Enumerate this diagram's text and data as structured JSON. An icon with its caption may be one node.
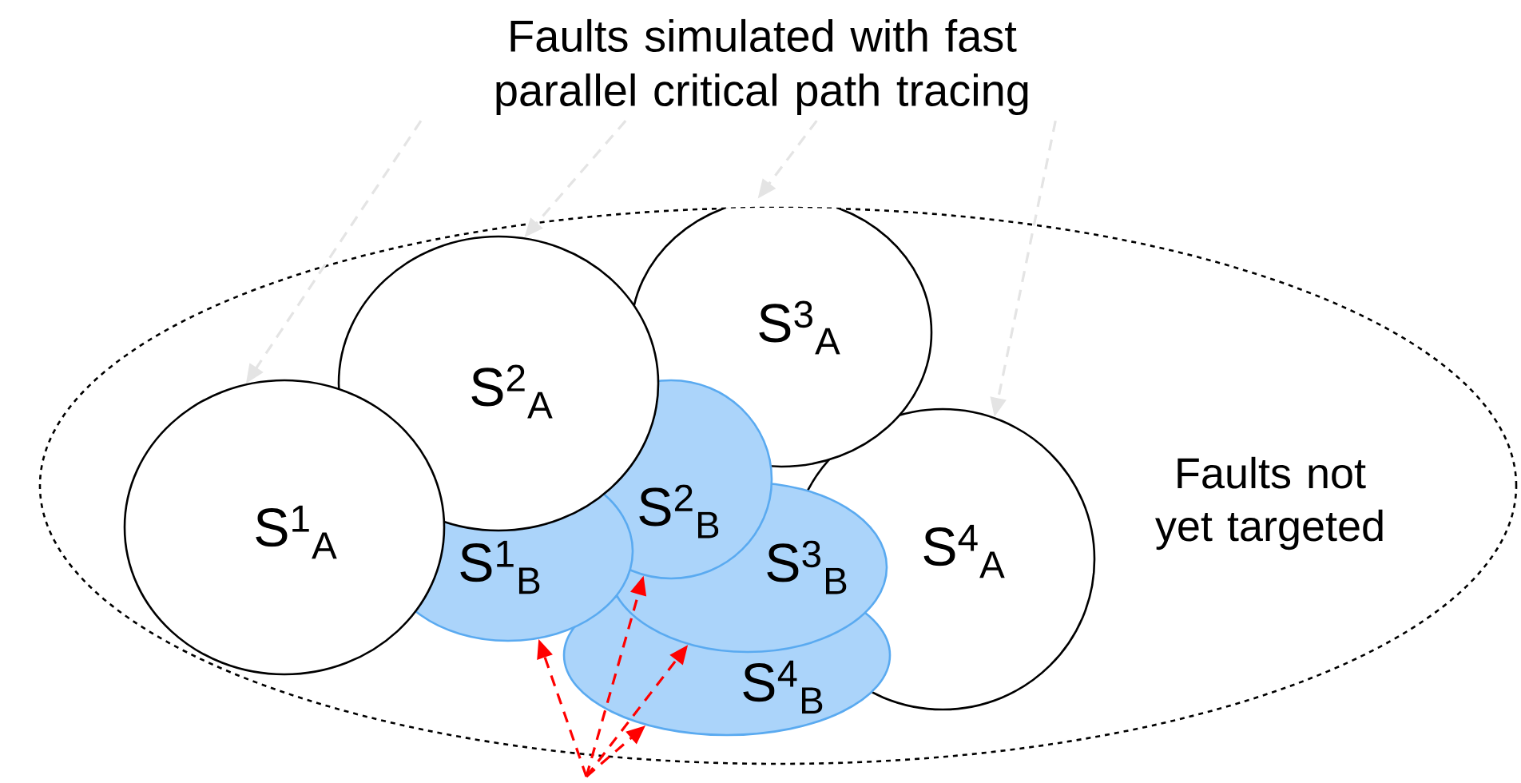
{
  "diagram": {
    "nodes": [
      {
        "text": [
          "Faults simulated with fast parallel critical path tracing"
        ]
      },
      {
        "text": [
          "Faults not yet targeted"
        ]
      },
      {
        "text": [
          "S$^{1}$$_{A}$"
        ],
        "in": 1
      },
      {
        "text": [
          "S$^{2}$$_{A}$"
        ],
        "in": 1
      },
      {
        "text": [
          "S$^{3}$$_{A}$"
        ],
        "in": 1
      },
      {
        "text": [
          "S$^{4}$$_{A}$"
        ],
        "in": 1
      },
      {
        "text": [
          "S$^{1}$$_{B}$"
        ],
        "in": 1
      },
      {
        "text": [
          "S$^{2}$$_{B}$"
        ],
        "in": 1
      },
      {
        "text": [
          "S$^{3}$$_{B}$"
        ],
        "in": 1
      },
      {
        "text": [
          "S$^{4}$$_{B}$"
        ],
        "in": 1
      }
    ],
    "edges": [
      {
        "from": 0,
        "to": 2,
        "arrow": "to",
        "style": "dashed",
        "color": "#e4e4e4"
      },
      {
        "from": 0,
        "to": 3,
        "arrow": "to",
        "style": "dashed",
        "color": "#e4e4e4"
      },
      {
        "from": 0,
        "to": 4,
        "arrow": "to",
        "style": "dashed",
        "color": "#e4e4e4"
      },
      {
        "from": 0,
        "to": 5,
        "arrow": "to",
        "style": "dashed",
        "color": "#e4e4e4"
      },
      {
        "from": null,
        "to": 6,
        "arrow": "to",
        "style": "dashed",
        "color": "#ff0000"
      },
      {
        "from": null,
        "to": 7,
        "arrow": "to",
        "style": "dashed",
        "color": "#ff0000"
      },
      {
        "from": null,
        "to": 8,
        "arrow": "to",
        "style": "dashed",
        "color": "#ff0000"
      },
      {
        "from": null,
        "to": 9,
        "arrow": "to",
        "style": "dashed",
        "color": "#ff0000"
      }
    ]
  }
}
